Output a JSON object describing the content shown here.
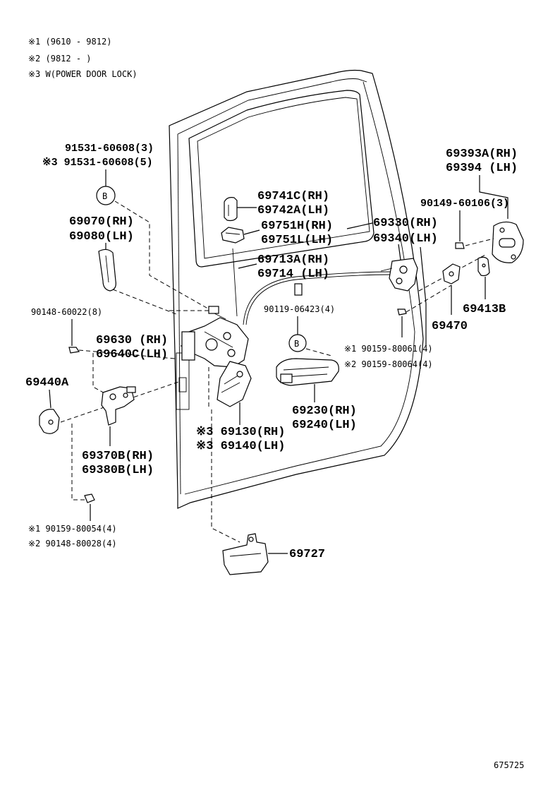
{
  "notes": [
    "※1 (9610 - 9812)",
    "※2 (9812 -     )",
    "※3 W(POWER DOOR LOCK)"
  ],
  "callouts": {
    "b1": "B",
    "b2": "B"
  },
  "labels": {
    "p91531_1": "91531-60608(3)",
    "p91531_2": "※3 91531-60608(5)",
    "p69070": "69070(RH)",
    "p69080": "69080(LH)",
    "p69741c": "69741C(RH)",
    "p69742a": "69742A(LH)",
    "p69751h": "69751H(RH)",
    "p69751l": "69751L(LH)",
    "p69713a": "69713A(RH)",
    "p69714": "69714  (LH)",
    "p69330": "69330(RH)",
    "p69340": "69340(LH)",
    "p69393a": "69393A(RH)",
    "p69394": "69394  (LH)",
    "p90149": "90149-60106(3)",
    "p90148_60022": "90148-60022(8)",
    "p69630": "69630  (RH)",
    "p69640c": "69640C(LH)",
    "p90119": "90119-06423(4)",
    "p69413b": "69413B",
    "p69470": "69470",
    "p90159_80061": "※1 90159-80061(4)",
    "p90159_80064": "※2 90159-80064(4)",
    "p69440a": "69440A",
    "p69230": "69230(RH)",
    "p69240": "69240(LH)",
    "p69130": "※3 69130(RH)",
    "p69140": "※3 69140(LH)",
    "p69370b": "69370B(RH)",
    "p69380b": "69380B(LH)",
    "p90159_80054": "※1 90159-80054(4)",
    "p90148_80028": "※2 90148-80028(4)",
    "p69727": "69727"
  },
  "footer": {
    "figure_number": "675725"
  }
}
